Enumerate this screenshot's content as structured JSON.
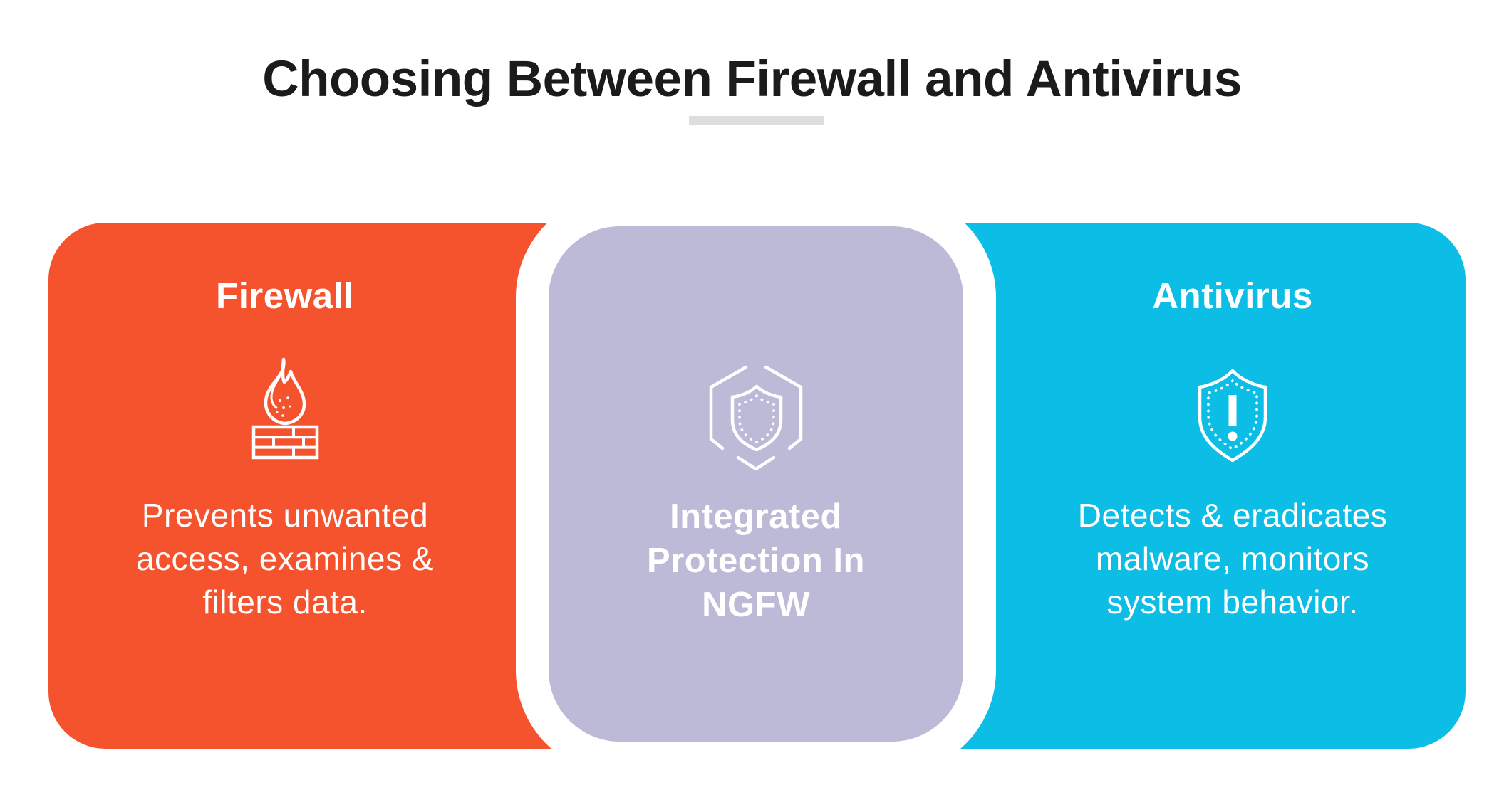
{
  "title": "Choosing Between Firewall and Antivirus",
  "colors": {
    "orange": "#F5532D",
    "lavender": "#BDBAD8",
    "cyan": "#0CBDE5",
    "white": "#FFFFFF",
    "title_text": "#1B1B1B",
    "divider": "#DDDDDD",
    "card_text": "#FFFFFF"
  },
  "cards": [
    {
      "id": "firewall",
      "heading": "Firewall",
      "icon": "firewall-icon",
      "description_lines": [
        "Prevents unwanted",
        "access, examines &",
        "filters data."
      ]
    },
    {
      "id": "ngfw",
      "heading": "",
      "icon": "shield-hexagon-icon",
      "description_lines": [
        "Integrated",
        "Protection In",
        "NGFW"
      ]
    },
    {
      "id": "antivirus",
      "heading": "Antivirus",
      "icon": "shield-exclamation-icon",
      "description_lines": [
        "Detects & eradicates",
        "malware, monitors",
        "system behavior."
      ]
    }
  ]
}
